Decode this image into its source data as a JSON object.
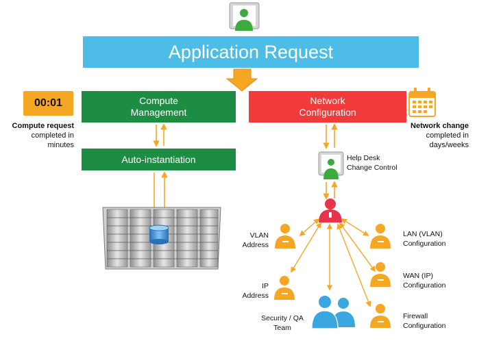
{
  "banner": {
    "title": "Application Request"
  },
  "compute": {
    "box_line1": "Compute",
    "box_line2": "Management",
    "auto_label": "Auto-instantiation",
    "timer": "00:01",
    "note_bold": "Compute request",
    "note_line2": "completed in",
    "note_line3": "minutes"
  },
  "network": {
    "box_line1": "Network",
    "box_line2": "Configuration",
    "note_bold": "Network change",
    "note_line2": "completed in",
    "note_line3": "days/weeks",
    "helpdesk_line1": "Help Desk",
    "helpdesk_line2": "Change Control"
  },
  "roles": {
    "vlan_line1": "VLAN",
    "vlan_line2": "Address",
    "ip_line1": "IP",
    "ip_line2": "Address",
    "security_line1": "Security / QA",
    "security_line2": "Team",
    "lan_line1": "LAN (VLAN)",
    "lan_line2": "Configuration",
    "wan_line1": "WAN (IP)",
    "wan_line2": "Configuration",
    "firewall_line1": "Firewall",
    "firewall_line2": "Configuration"
  },
  "colors": {
    "banner": "#4dbde8",
    "green": "#1d8d43",
    "red": "#f23a3a",
    "orange": "#f5a623",
    "person_green": "#3daa3d",
    "person_blue": "#3aa7e0"
  }
}
